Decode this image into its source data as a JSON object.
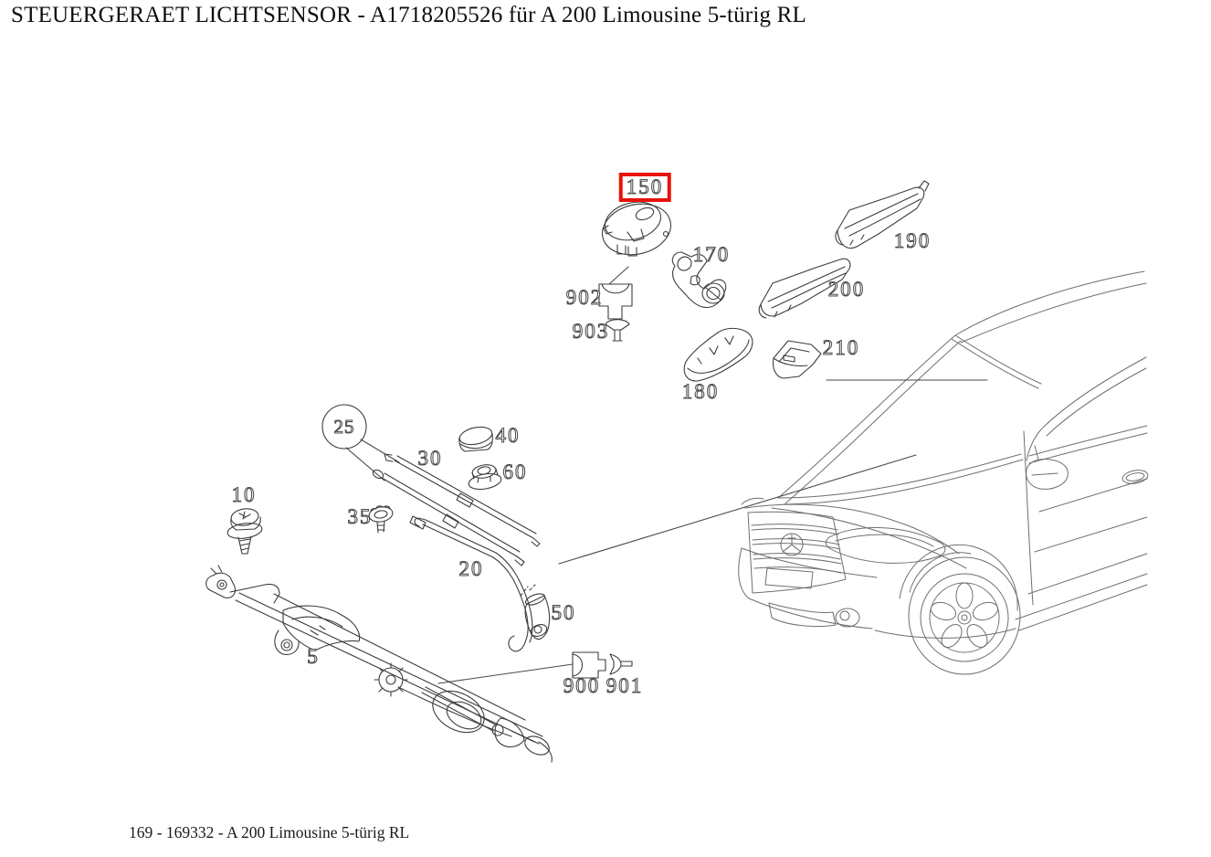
{
  "header": {
    "title": "STEUERGERAET LICHTSENSOR - A1718205526 für A 200 Limousine 5-türig RL"
  },
  "footer": {
    "caption": "169 - 169332 - A 200 Limousine 5-türig RL"
  },
  "diagram": {
    "highlighted_part": "150",
    "highlight_color": "#e8120a",
    "part_line_color": "#3d3d3d",
    "car_line_color": "#6f6f6f",
    "labels": [
      {
        "id": "150",
        "text": "150"
      },
      {
        "id": "170",
        "text": "170"
      },
      {
        "id": "902",
        "text": "902"
      },
      {
        "id": "903",
        "text": "903"
      },
      {
        "id": "190",
        "text": "190"
      },
      {
        "id": "200",
        "text": "200"
      },
      {
        "id": "210",
        "text": "210"
      },
      {
        "id": "180",
        "text": "180"
      },
      {
        "id": "25",
        "text": "25"
      },
      {
        "id": "30",
        "text": "30"
      },
      {
        "id": "40",
        "text": "40"
      },
      {
        "id": "60",
        "text": "60"
      },
      {
        "id": "10",
        "text": "10"
      },
      {
        "id": "35",
        "text": "35"
      },
      {
        "id": "20",
        "text": "20"
      },
      {
        "id": "50",
        "text": "50"
      },
      {
        "id": "5",
        "text": "5"
      },
      {
        "id": "900",
        "text": "900"
      },
      {
        "id": "901",
        "text": "901"
      }
    ]
  }
}
